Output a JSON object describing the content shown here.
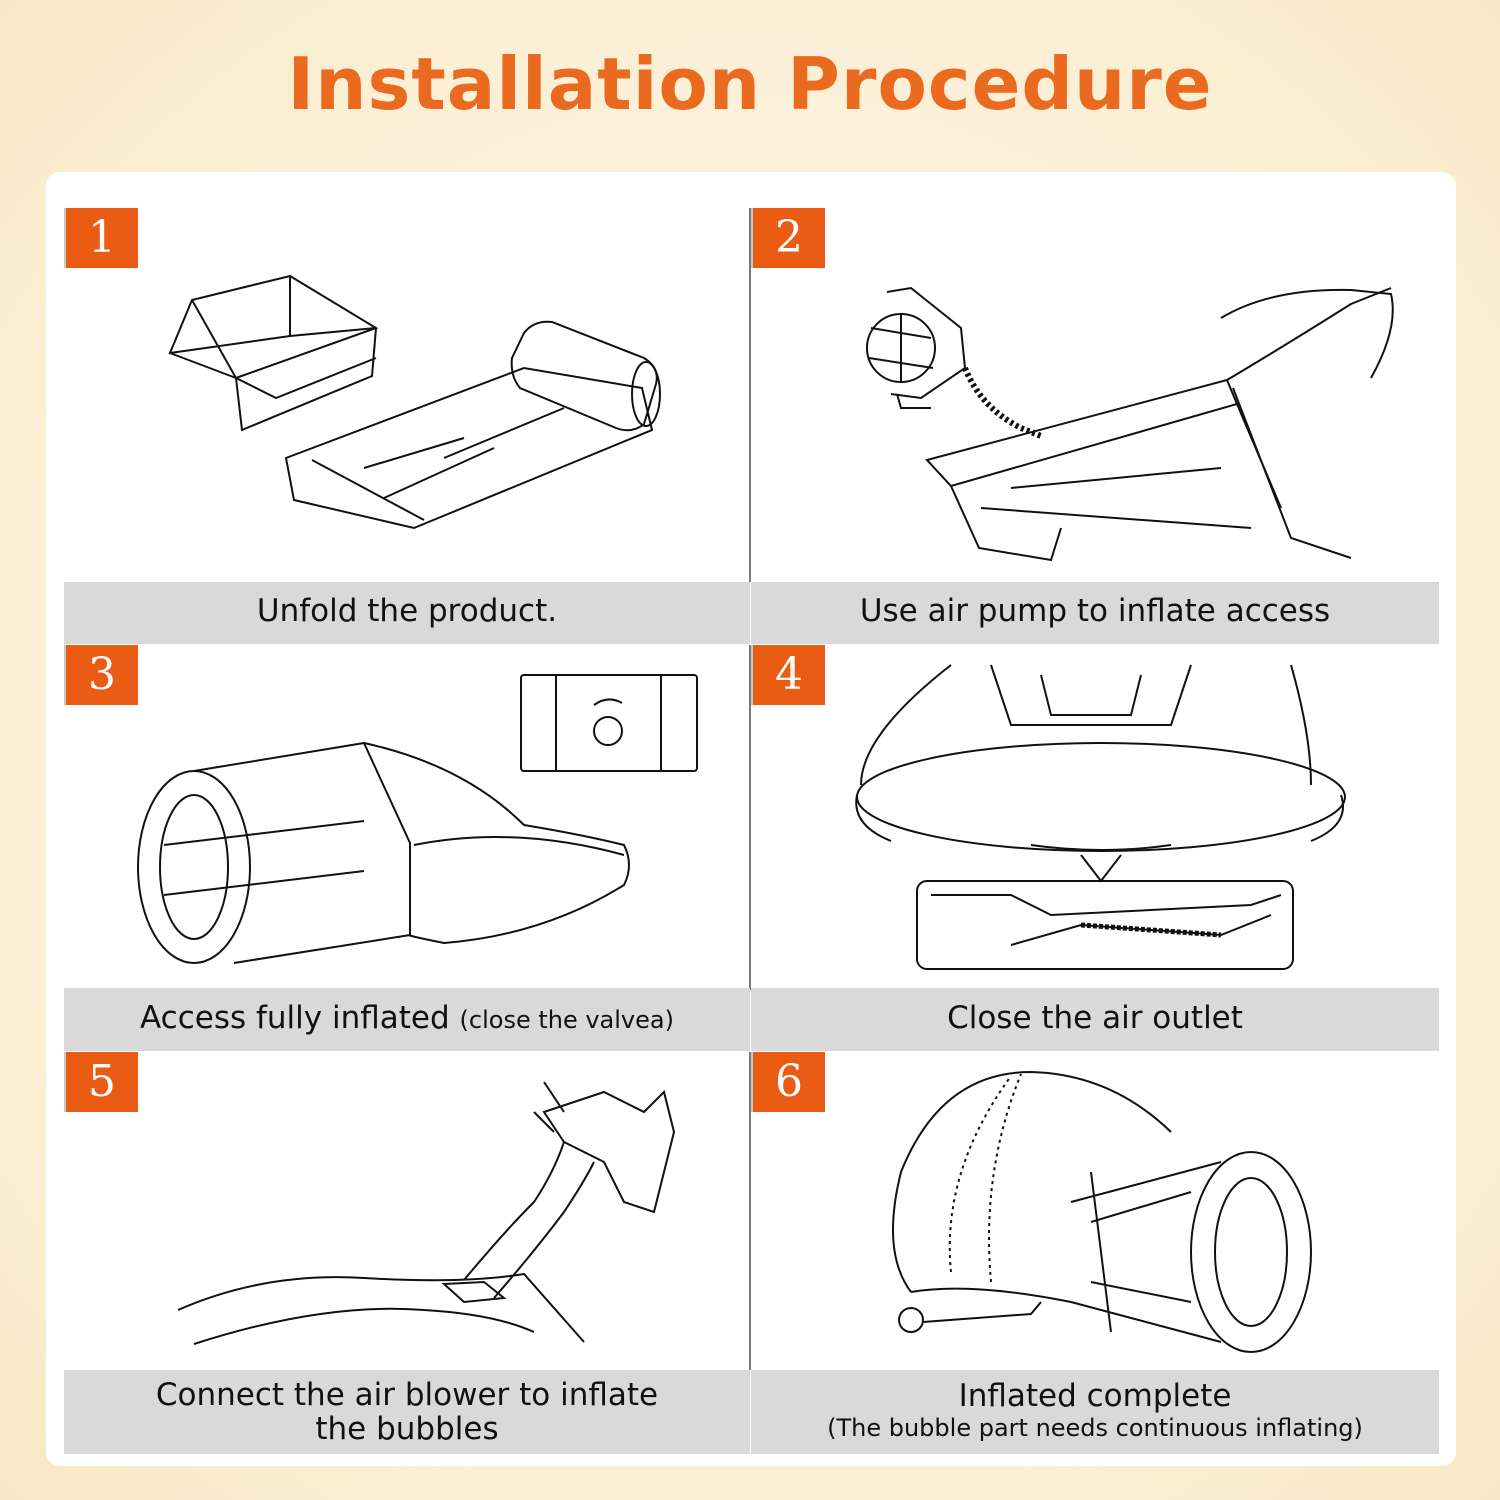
{
  "title": "Installation Procedure",
  "steps": [
    {
      "number": "1",
      "caption": "Unfold the product."
    },
    {
      "number": "2",
      "caption": "Use air pump to inflate access"
    },
    {
      "number": "3",
      "caption": "Access fully inflated",
      "caption_note": "(close the valvea)"
    },
    {
      "number": "4",
      "caption": "Close the air outlet"
    },
    {
      "number": "5",
      "caption_line1": "Connect the air blower to inflate",
      "caption_line2": "the bubbles"
    },
    {
      "number": "6",
      "caption_line1": "Inflated complete",
      "caption_line2": "(The bubble part needs continuous inflating)"
    }
  ],
  "colors": {
    "accent": "#ea5b14",
    "title": "#ea6a1f",
    "caption_bg": "#d9d9d9"
  }
}
